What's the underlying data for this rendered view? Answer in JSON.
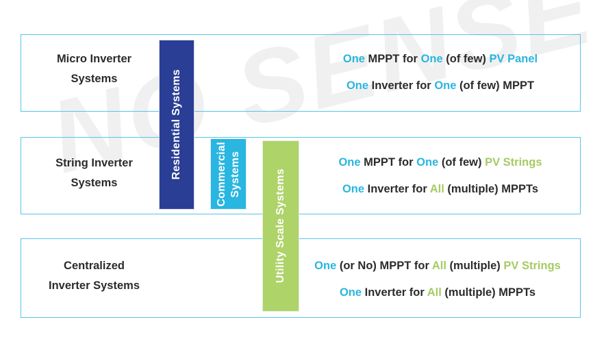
{
  "watermark": {
    "text": "NO SENSE"
  },
  "colors": {
    "residential_blue": "#2a3e95",
    "commercial_cyan": "#29b6e0",
    "utility_green": "#aed369",
    "box_border": "#57c3e8",
    "accent_blue_text": "#29b6e0",
    "accent_green_text": "#a5cb63",
    "body_text": "#2b2b2b"
  },
  "bars": [
    {
      "name": "residential",
      "label": "Residential Systems",
      "color": "#2a3e95"
    },
    {
      "name": "commercial",
      "label": "Commercial\nSystems",
      "color": "#29b6e0"
    },
    {
      "name": "utility",
      "label": "Utility Scale Systems",
      "color": "#aed369"
    }
  ],
  "rows": [
    {
      "label_line1": "Micro Inverter",
      "label_line2": "Systems",
      "statements": [
        [
          {
            "t": "One",
            "c": "blue"
          },
          {
            "t": " MPPT for ",
            "c": "dark"
          },
          {
            "t": "One",
            "c": "blue"
          },
          {
            "t": " (of few) ",
            "c": "dark"
          },
          {
            "t": "PV Panel",
            "c": "blue"
          }
        ],
        [
          {
            "t": "One",
            "c": "blue"
          },
          {
            "t": " Inverter for ",
            "c": "dark"
          },
          {
            "t": "One",
            "c": "blue"
          },
          {
            "t": " (of few) MPPT",
            "c": "dark"
          }
        ]
      ]
    },
    {
      "label_line1": "String Inverter",
      "label_line2": "Systems",
      "statements": [
        [
          {
            "t": "One",
            "c": "blue"
          },
          {
            "t": " MPPT for ",
            "c": "dark"
          },
          {
            "t": "One",
            "c": "blue"
          },
          {
            "t": " (of few) ",
            "c": "dark"
          },
          {
            "t": "PV Strings",
            "c": "green"
          }
        ],
        [
          {
            "t": "One",
            "c": "blue"
          },
          {
            "t": " Inverter for ",
            "c": "dark"
          },
          {
            "t": "All",
            "c": "green"
          },
          {
            "t": " (multiple) MPPTs",
            "c": "dark"
          }
        ]
      ]
    },
    {
      "label_line1": "Centralized",
      "label_line2": "Inverter Systems",
      "statements": [
        [
          {
            "t": "One",
            "c": "blue"
          },
          {
            "t": " (or No) MPPT for ",
            "c": "dark"
          },
          {
            "t": "All",
            "c": "green"
          },
          {
            "t": " (multiple) ",
            "c": "dark"
          },
          {
            "t": "PV Strings",
            "c": "green"
          }
        ],
        [
          {
            "t": "One",
            "c": "blue"
          },
          {
            "t": " Inverter for ",
            "c": "dark"
          },
          {
            "t": "All",
            "c": "green"
          },
          {
            "t": " (multiple) MPPTs",
            "c": "dark"
          }
        ]
      ]
    }
  ]
}
